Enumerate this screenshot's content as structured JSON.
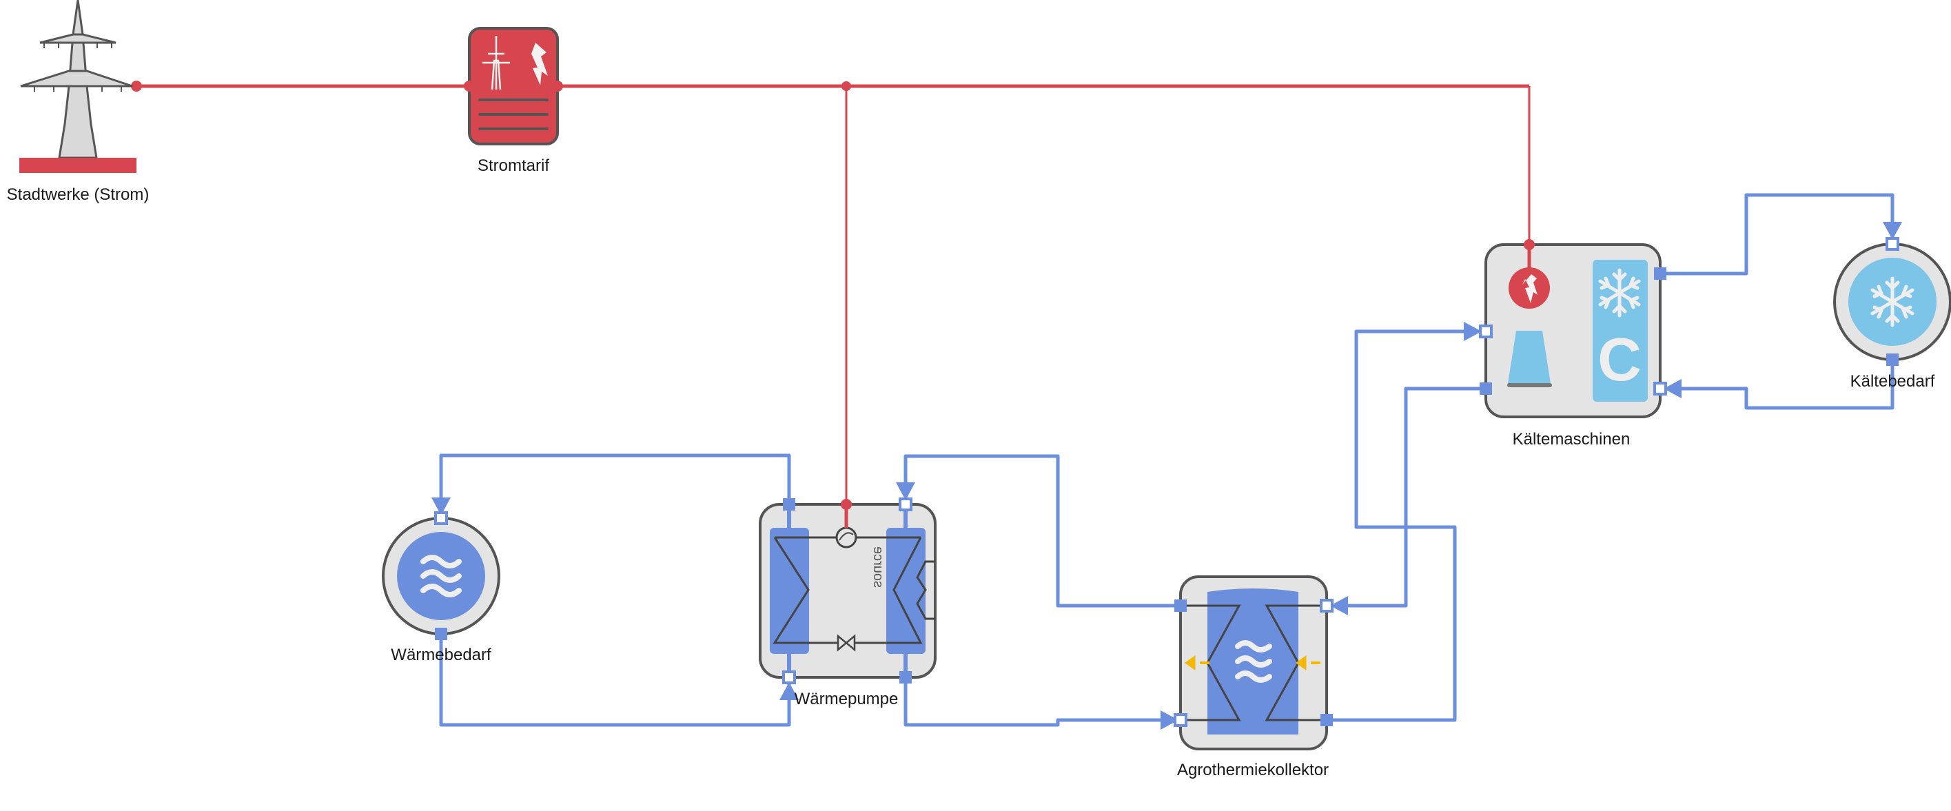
{
  "diagram": {
    "title": "Energy system schematic",
    "colors": {
      "electric": "#d7454e",
      "water": "#6b8fdc",
      "cold": "#7cc4e8",
      "box_fill": "#e4e4e4",
      "box_stroke": "#555555",
      "heat_arrow": "#f5b800"
    },
    "nodes": [
      {
        "id": "stadtwerke",
        "label": "Stadtwerke (Strom)",
        "icon": "power-pylon-icon",
        "type": "electricity-supply"
      },
      {
        "id": "stromtarif",
        "label": "Stromtarif",
        "icon": "tariff-icon",
        "type": "tariff"
      },
      {
        "id": "waermebedarf",
        "label": "Wärmebedarf",
        "icon": "heat-waves-icon",
        "type": "heat-demand"
      },
      {
        "id": "waermepumpe",
        "label": "Wärmepumpe",
        "icon": "heat-pump-icon",
        "type": "heat-pump",
        "inner_text": "source"
      },
      {
        "id": "agrothermie",
        "label": "Agrothermiekollektor",
        "icon": "ground-collector-icon",
        "type": "collector"
      },
      {
        "id": "kaeltemaschinen",
        "label": "Kältemaschinen",
        "icon": "chiller-icon",
        "type": "chiller",
        "inner_text": "C"
      },
      {
        "id": "kaeltebedarf",
        "label": "Kältebedarf",
        "icon": "snowflake-icon",
        "type": "cold-demand"
      }
    ],
    "connections": [
      {
        "from": "stadtwerke",
        "to": "stromtarif",
        "medium": "electricity"
      },
      {
        "from": "stromtarif",
        "to": "waermepumpe",
        "medium": "electricity"
      },
      {
        "from": "stromtarif",
        "to": "kaeltemaschinen",
        "medium": "electricity"
      },
      {
        "from": "waermepumpe",
        "to": "waermebedarf",
        "medium": "water"
      },
      {
        "from": "waermebedarf",
        "to": "waermepumpe",
        "medium": "water"
      },
      {
        "from": "agrothermie",
        "to": "waermepumpe",
        "medium": "water"
      },
      {
        "from": "waermepumpe",
        "to": "agrothermie",
        "medium": "water"
      },
      {
        "from": "agrothermie",
        "to": "kaeltemaschinen",
        "medium": "water"
      },
      {
        "from": "kaeltemaschinen",
        "to": "agrothermie",
        "medium": "water"
      },
      {
        "from": "kaeltemaschinen",
        "to": "kaeltebedarf",
        "medium": "water"
      },
      {
        "from": "kaeltebedarf",
        "to": "kaeltemaschinen",
        "medium": "water"
      }
    ]
  }
}
